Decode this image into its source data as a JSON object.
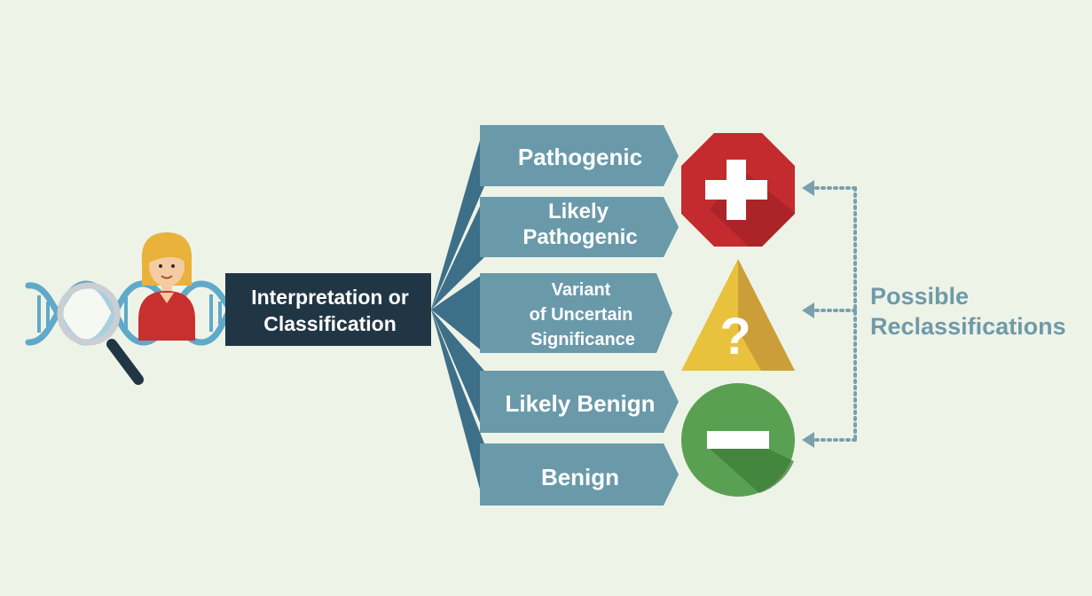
{
  "center_box": {
    "line1": "Interpretation or",
    "line2": "Classification"
  },
  "categories": [
    {
      "lines": [
        "Pathogenic"
      ]
    },
    {
      "lines": [
        "Likely",
        "Pathogenic"
      ]
    },
    {
      "lines": [
        "Variant",
        "of Uncertain",
        "Significance"
      ]
    },
    {
      "lines": [
        "Likely Benign"
      ]
    },
    {
      "lines": [
        "Benign"
      ]
    }
  ],
  "reclassification": {
    "line1": "Possible",
    "line2": "Reclassifications"
  },
  "symbols": {
    "plus": "plus-icon",
    "question": "question-icon",
    "minus": "minus-icon"
  },
  "colors": {
    "background": "#eef3e8",
    "dark_box": "#213645",
    "category_box": "#6a9aaa",
    "fan": "#3e6f89",
    "red": "#c42b2e",
    "yellow": "#e8c23c",
    "green": "#5aa052",
    "dna": "#5fa9c9",
    "dotted": "#7aa0ae",
    "reclass_text": "#6f9aa7"
  }
}
